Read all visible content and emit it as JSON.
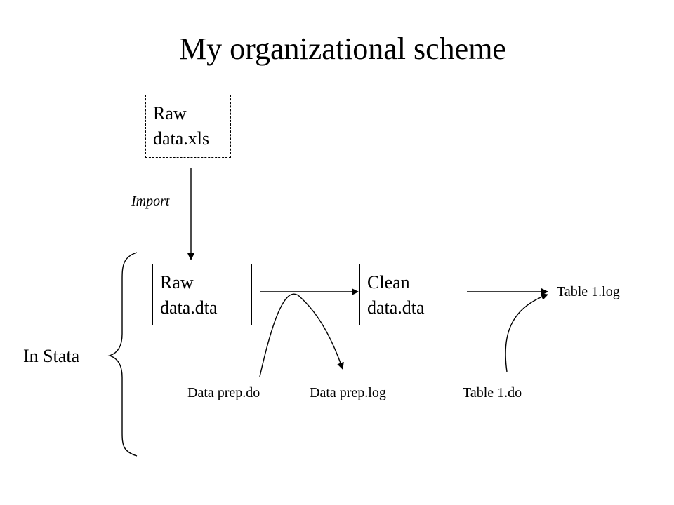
{
  "title": "My organizational scheme",
  "nodes": {
    "raw_xls": {
      "line1": "Raw",
      "line2": "data.xls"
    },
    "raw_dta": {
      "line1": "Raw",
      "line2": "data.dta"
    },
    "clean_dta": {
      "line1": "Clean",
      "line2": "data.dta"
    }
  },
  "labels": {
    "import": "Import",
    "in_stata": "In Stata",
    "data_prep_do": "Data prep.do",
    "data_prep_log": "Data prep.log",
    "table1_do": "Table 1.do",
    "table1_log": "Table 1.log"
  }
}
